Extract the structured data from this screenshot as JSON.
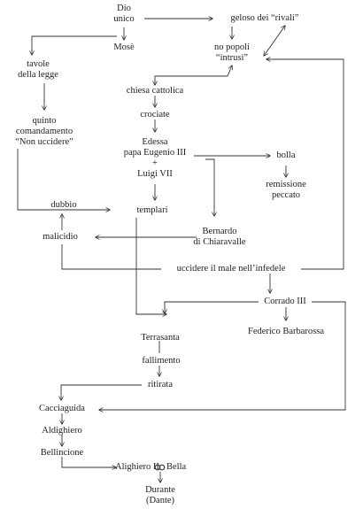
{
  "nodes": {
    "dio": [
      "Dio",
      "unico"
    ],
    "mose": [
      "Mosè"
    ],
    "geloso": [
      "geloso dei “rivali”"
    ],
    "no_popoli": [
      "no popoli",
      "“intrusi”"
    ],
    "tavole": [
      "tavole",
      "della legge"
    ],
    "quinto": [
      "quinto",
      "comandamento",
      "“Non uccidere”"
    ],
    "chiesa": [
      "chiesa cattolica"
    ],
    "crociate": [
      "crociate"
    ],
    "edessa": [
      "Edessa",
      "papa Eugenio III",
      "+",
      "Luigi VII"
    ],
    "bolla": [
      "bolla"
    ],
    "remissione": [
      "remissione",
      "peccato"
    ],
    "dubbio": [
      "dubbio"
    ],
    "templari": [
      "templari"
    ],
    "malicidio": [
      "malicidio"
    ],
    "bernardo": [
      "Bernardo",
      "di Chiaravalle"
    ],
    "uccidere": [
      "uccidere il male nell’infedele"
    ],
    "corrado": [
      "Corrado III"
    ],
    "federico": [
      "Federico Barbarossa"
    ],
    "terrasanta": [
      "Terrasanta"
    ],
    "fallimento": [
      "fallimento"
    ],
    "ritirata": [
      "ritirata"
    ],
    "cacciaguida": [
      "Cacciaguida"
    ],
    "aldighiero": [
      "Aldighiero"
    ],
    "bellincione": [
      "Bellincione"
    ],
    "alighiero2": [
      "Alighiero II",
      "Bella"
    ],
    "durante": [
      "Durante",
      "(Dante)"
    ]
  },
  "icons": {
    "marriage": "interlocking-rings-icon"
  }
}
